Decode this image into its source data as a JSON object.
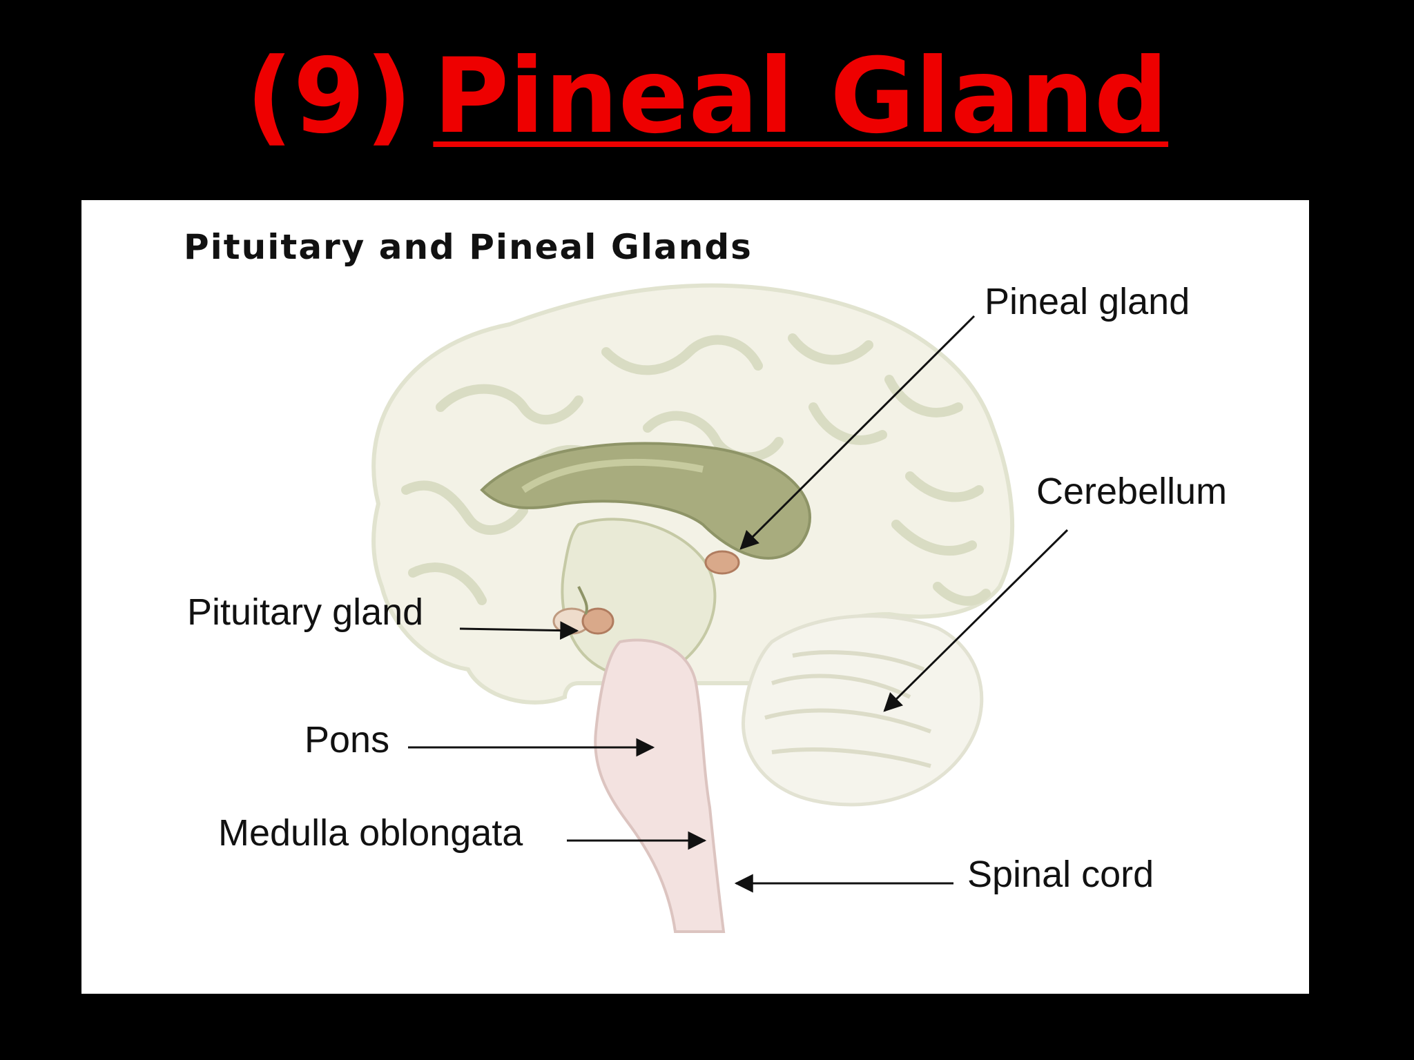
{
  "slide": {
    "title_number": "(9)",
    "title_text": "Pineal Gland"
  },
  "diagram": {
    "heading": "Pituitary and Pineal Glands",
    "labels": {
      "pineal_gland": "Pineal gland",
      "cerebellum": "Cerebellum",
      "pituitary_gland": "Pituitary gland",
      "pons": "Pons",
      "medulla_oblongata": "Medulla oblongata",
      "spinal_cord": "Spinal cord"
    }
  },
  "colors": {
    "background": "#000000",
    "title": "#ee0000",
    "panel": "#ffffff",
    "brain_fill": "#f3f2e6",
    "brain_fold": "#d9dcc3",
    "brain_dark": "#a8ac7e",
    "gland": "#d9a98a",
    "brainstem": "#f3e2e0",
    "label_text": "#111111"
  }
}
